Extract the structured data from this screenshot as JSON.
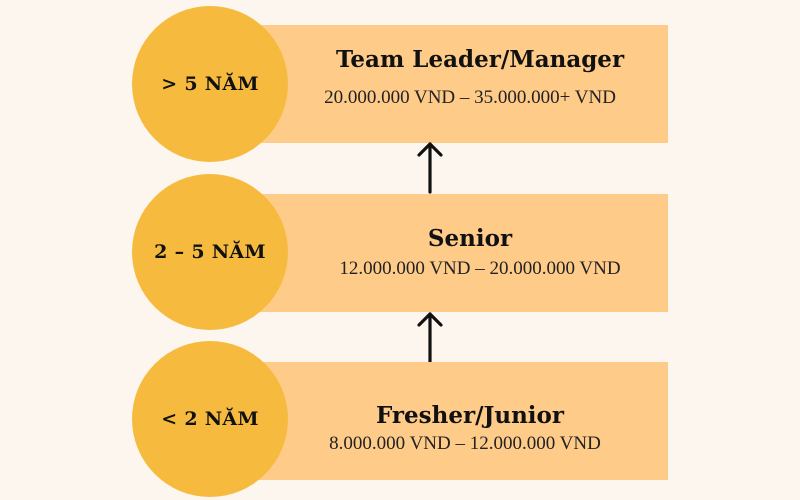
{
  "levels": [
    {
      "duration": "> 5 NĂM",
      "role": "Team Leader/Manager",
      "salary": "20.000.000 VND – 35.000.000+ VND"
    },
    {
      "duration": "2 – 5 NĂM",
      "role": "Senior",
      "salary": "12.000.000 VND – 20.000.000 VND"
    },
    {
      "duration": "< 2 NĂM",
      "role": "Fresher/Junior",
      "salary": "8.000.000 VND – 12.000.000 VND"
    }
  ],
  "colors": {
    "background": "#fdf6ef",
    "band": "#fecb89",
    "circle": "#f6bb3e",
    "text": "#111111"
  },
  "icons": {
    "connector": "arrow-up-icon"
  }
}
